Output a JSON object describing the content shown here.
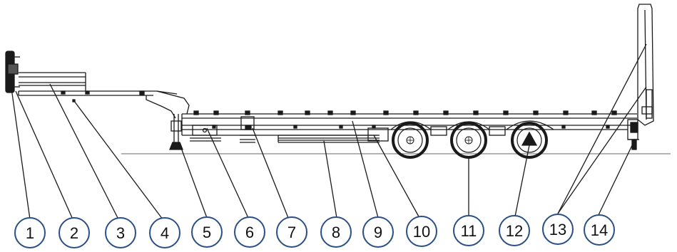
{
  "diagram": {
    "callouts": [
      {
        "label": "1"
      },
      {
        "label": "2"
      },
      {
        "label": "3"
      },
      {
        "label": "4"
      },
      {
        "label": "5"
      },
      {
        "label": "6"
      },
      {
        "label": "7"
      },
      {
        "label": "8"
      },
      {
        "label": "9"
      },
      {
        "label": "10"
      },
      {
        "label": "11"
      },
      {
        "label": "12"
      },
      {
        "label": "13"
      },
      {
        "label": "14"
      }
    ],
    "colors": {
      "line": "#1a1a1a",
      "ground": "#9a9a9a",
      "circle_stroke": "#2a4f86"
    }
  }
}
